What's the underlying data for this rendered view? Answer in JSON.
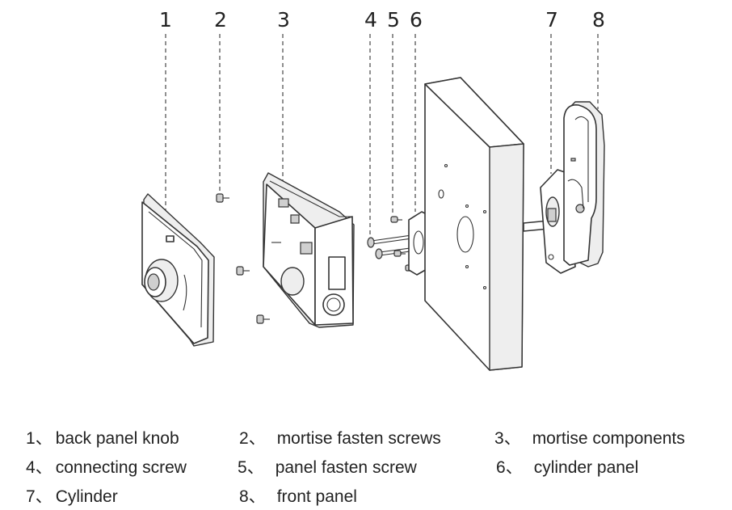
{
  "callouts": [
    "1",
    "2",
    "3",
    "4",
    "5",
    "6",
    "7",
    "8"
  ],
  "legend": [
    {
      "num": "1",
      "sep": "、",
      "label": "back panel knob"
    },
    {
      "num": "2",
      "sep": "、",
      "label": "mortise fasten screws"
    },
    {
      "num": "3",
      "sep": "、",
      "label": "mortise components"
    },
    {
      "num": "4",
      "sep": "、",
      "label": "connecting screw"
    },
    {
      "num": "5",
      "sep": "、",
      "label": "panel fasten screw"
    },
    {
      "num": "6",
      "sep": "、",
      "label": "cylinder panel"
    },
    {
      "num": "7",
      "sep": "、",
      "label": "Cylinder"
    },
    {
      "num": "8",
      "sep": "、",
      "label": "front panel"
    }
  ]
}
